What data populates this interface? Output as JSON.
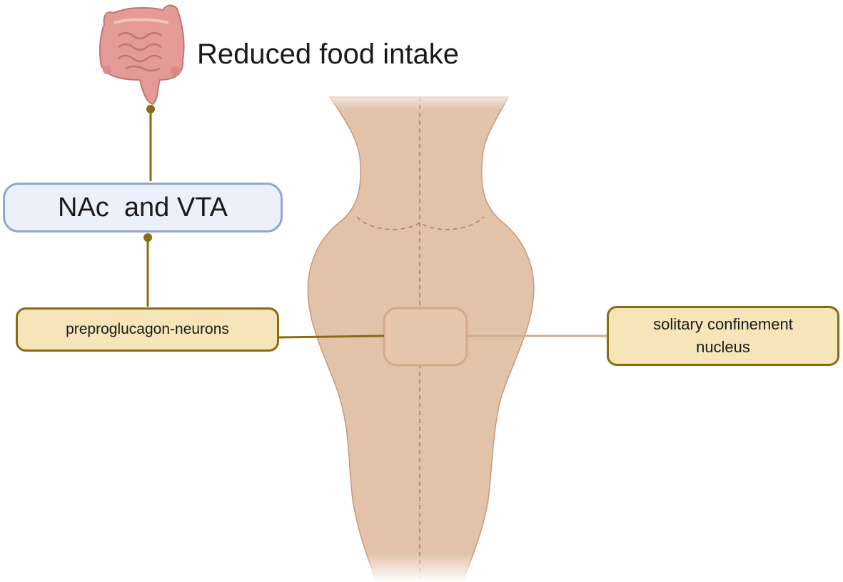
{
  "diagram": {
    "title": "Reduced food intake",
    "nodes": {
      "nac_vta": "NAc  and VTA",
      "preproglucagon": "preproglucagon-neurons",
      "solitary_line1": "solitary confinement",
      "solitary_line2": "nucleus"
    },
    "icons": {
      "organ": "intestine-icon",
      "brain": "brainstem-icon"
    },
    "colors": {
      "gold_connector": "#8b6a14",
      "tan_connector": "#cfae8f",
      "brain_fill": "#e2c3a9",
      "brain_stroke": "#c79879",
      "nac_border": "#8fa6cf",
      "nac_fill": "#ebf1fa",
      "neuron_fill": "#f6e5b8",
      "intestine": "#e49a96"
    }
  }
}
